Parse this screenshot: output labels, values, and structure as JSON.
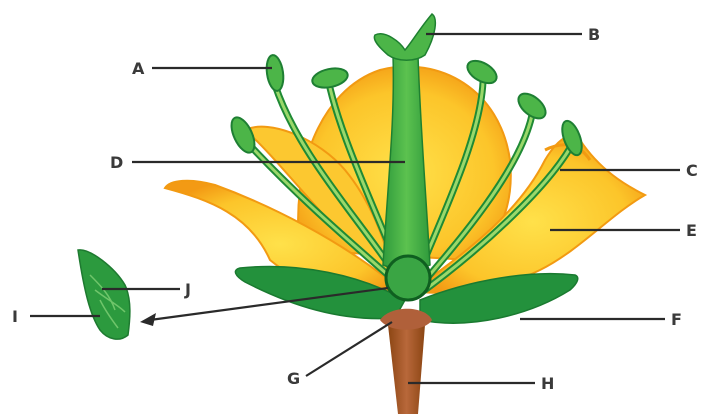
{
  "diagram": {
    "labels": {
      "A": "A",
      "B": "B",
      "C": "C",
      "D": "D",
      "E": "E",
      "F": "F",
      "G": "G",
      "H": "H",
      "I": "I",
      "J": "J"
    },
    "colors": {
      "petal_outer": "#f5a623",
      "petal_inner": "#fcd43a",
      "petal_edge": "#f29a12",
      "green_dark": "#1e8c3a",
      "green_mid": "#3fae49",
      "green_light": "#8fd162",
      "stalk": "#a0522d",
      "background": "#ffffff"
    }
  }
}
